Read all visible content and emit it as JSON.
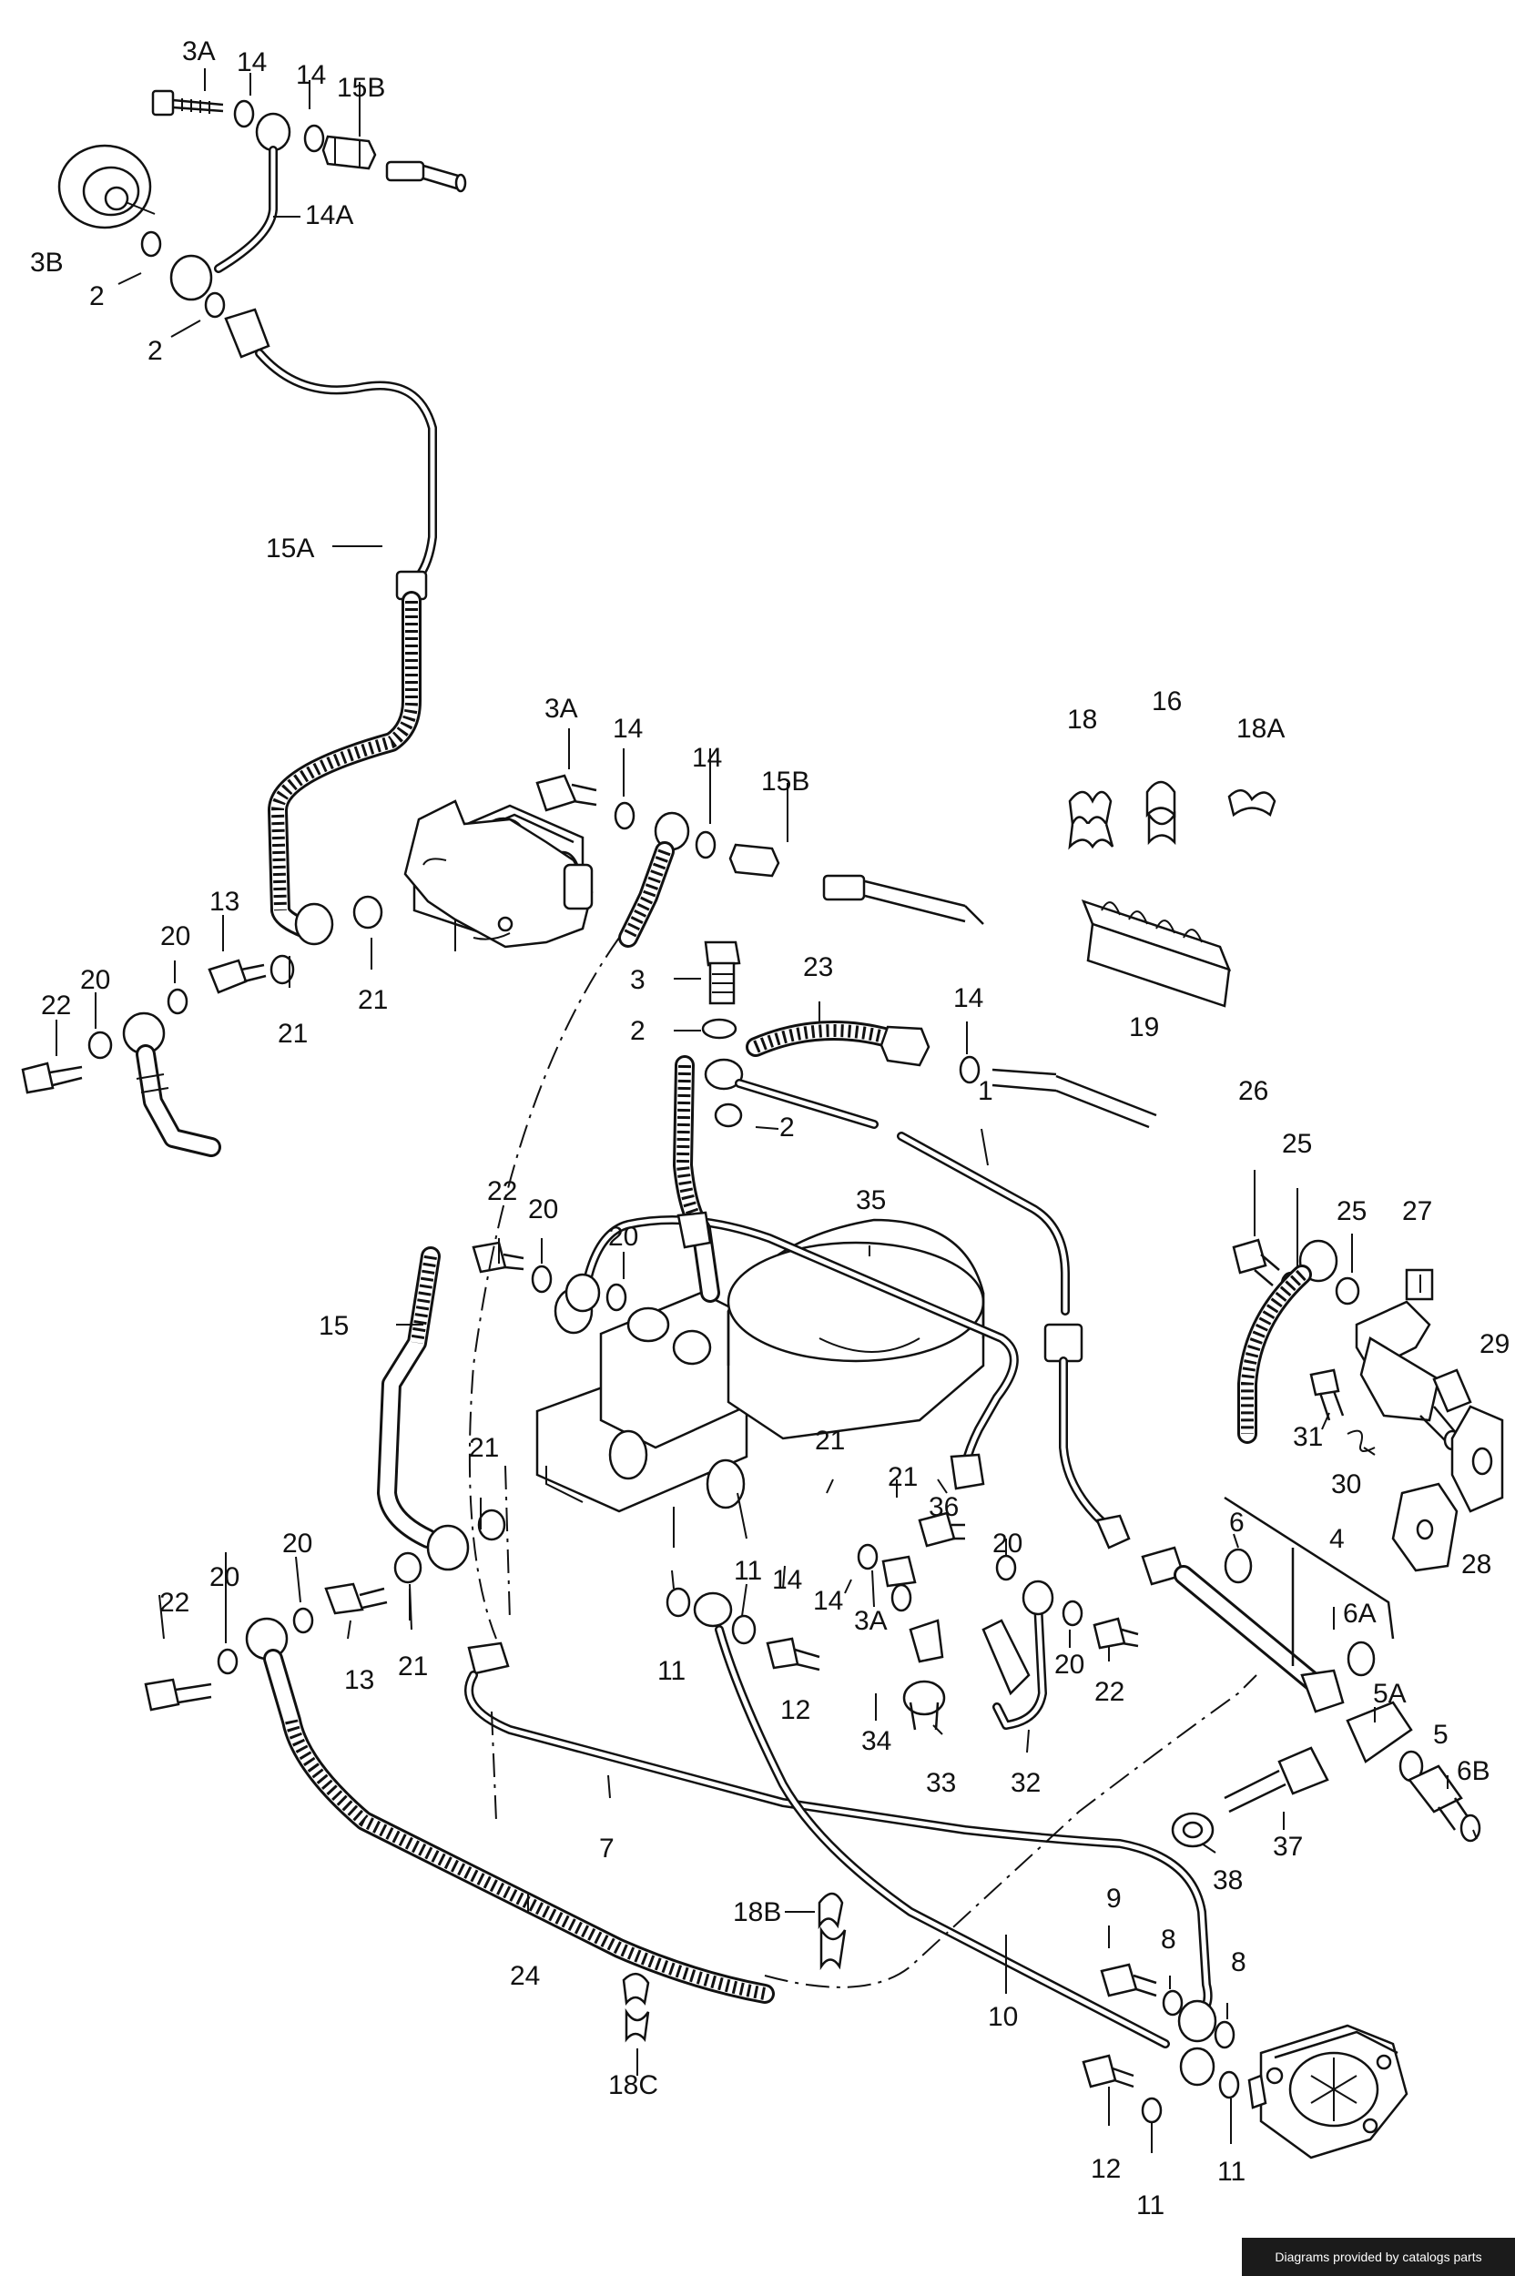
{
  "labels": [
    {
      "id": "l-3A-top",
      "text": "3A"
    },
    {
      "id": "l-14-top-a",
      "text": "14"
    },
    {
      "id": "l-14-top-b",
      "text": "14"
    },
    {
      "id": "l-15B-top",
      "text": "15B"
    },
    {
      "id": "l-14A",
      "text": "14A"
    },
    {
      "id": "l-3B",
      "text": "3B"
    },
    {
      "id": "l-2-a",
      "text": "2"
    },
    {
      "id": "l-2-b",
      "text": "2"
    },
    {
      "id": "l-15A",
      "text": "15A"
    },
    {
      "id": "l-3A-mid",
      "text": "3A"
    },
    {
      "id": "l-14-mid-a",
      "text": "14"
    },
    {
      "id": "l-14-mid-b",
      "text": "14"
    },
    {
      "id": "l-15B-mid",
      "text": "15B"
    },
    {
      "id": "l-18",
      "text": "18"
    },
    {
      "id": "l-16",
      "text": "16"
    },
    {
      "id": "l-18A",
      "text": "18A"
    },
    {
      "id": "l-19",
      "text": "19"
    },
    {
      "id": "l-13-a",
      "text": "13"
    },
    {
      "id": "l-20-a",
      "text": "20"
    },
    {
      "id": "l-20-b",
      "text": "20"
    },
    {
      "id": "l-22-a",
      "text": "22"
    },
    {
      "id": "l-21-a",
      "text": "21"
    },
    {
      "id": "l-21-b",
      "text": "21"
    },
    {
      "id": "l-3",
      "text": "3"
    },
    {
      "id": "l-2-c",
      "text": "2"
    },
    {
      "id": "l-23",
      "text": "23"
    },
    {
      "id": "l-14-c",
      "text": "14"
    },
    {
      "id": "l-2-d",
      "text": "2"
    },
    {
      "id": "l-1",
      "text": "1"
    },
    {
      "id": "l-35",
      "text": "35"
    },
    {
      "id": "l-26",
      "text": "26"
    },
    {
      "id": "l-25-a",
      "text": "25"
    },
    {
      "id": "l-25-b",
      "text": "25"
    },
    {
      "id": "l-27",
      "text": "27"
    },
    {
      "id": "l-22-b",
      "text": "22"
    },
    {
      "id": "l-20-c",
      "text": "20"
    },
    {
      "id": "l-20-d",
      "text": "20"
    },
    {
      "id": "l-15",
      "text": "15"
    },
    {
      "id": "l-29",
      "text": "29"
    },
    {
      "id": "l-31",
      "text": "31"
    },
    {
      "id": "l-30",
      "text": "30"
    },
    {
      "id": "l-28",
      "text": "28"
    },
    {
      "id": "l-21-c",
      "text": "21"
    },
    {
      "id": "l-21-d",
      "text": "21"
    },
    {
      "id": "l-21-e",
      "text": "21"
    },
    {
      "id": "l-36",
      "text": "36"
    },
    {
      "id": "l-6",
      "text": "6"
    },
    {
      "id": "l-4",
      "text": "4"
    },
    {
      "id": "l-6A",
      "text": "6A"
    },
    {
      "id": "l-20-e",
      "text": "20"
    },
    {
      "id": "l-20-f",
      "text": "20"
    },
    {
      "id": "l-20-g",
      "text": "20"
    },
    {
      "id": "l-22-c",
      "text": "22"
    },
    {
      "id": "l-13-b",
      "text": "13"
    },
    {
      "id": "l-21-f",
      "text": "21"
    },
    {
      "id": "l-11-a",
      "text": "11"
    },
    {
      "id": "l-14-d",
      "text": "14"
    },
    {
      "id": "l-14-e",
      "text": "14"
    },
    {
      "id": "l-3A-low",
      "text": "3A"
    },
    {
      "id": "l-11-b",
      "text": "11"
    },
    {
      "id": "l-12-a",
      "text": "12"
    },
    {
      "id": "l-20-h",
      "text": "20"
    },
    {
      "id": "l-22-d",
      "text": "22"
    },
    {
      "id": "l-5A",
      "text": "5A"
    },
    {
      "id": "l-5",
      "text": "5"
    },
    {
      "id": "l-6B",
      "text": "6B"
    },
    {
      "id": "l-34",
      "text": "34"
    },
    {
      "id": "l-33",
      "text": "33"
    },
    {
      "id": "l-32",
      "text": "32"
    },
    {
      "id": "l-7",
      "text": "7"
    },
    {
      "id": "l-37",
      "text": "37"
    },
    {
      "id": "l-38",
      "text": "38"
    },
    {
      "id": "l-24",
      "text": "24"
    },
    {
      "id": "l-18B",
      "text": "18B"
    },
    {
      "id": "l-9",
      "text": "9"
    },
    {
      "id": "l-8-a",
      "text": "8"
    },
    {
      "id": "l-8-b",
      "text": "8"
    },
    {
      "id": "l-10",
      "text": "10"
    },
    {
      "id": "l-18C",
      "text": "18C"
    },
    {
      "id": "l-12-b",
      "text": "12"
    },
    {
      "id": "l-11-c",
      "text": "11"
    },
    {
      "id": "l-11-d",
      "text": "11"
    }
  ],
  "credit": "Diagrams provided by catalogs parts"
}
